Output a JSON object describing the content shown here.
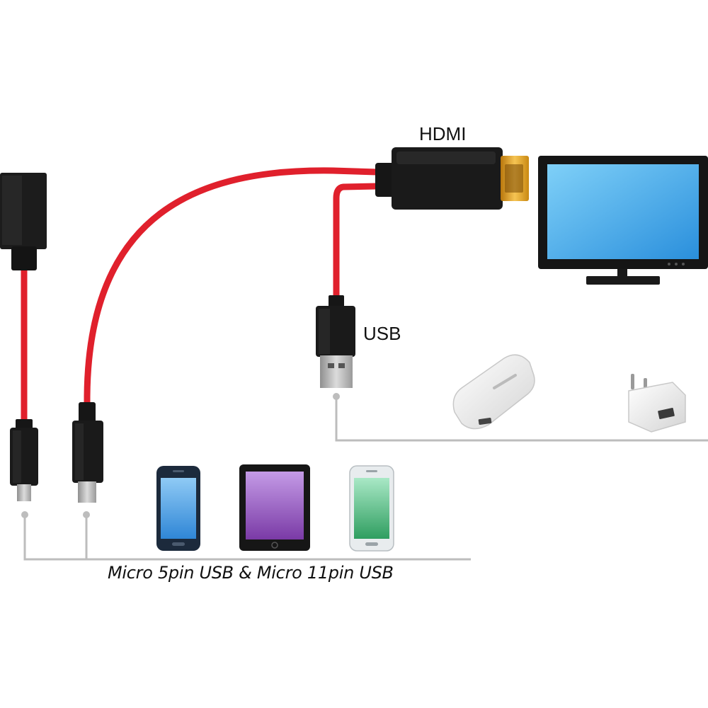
{
  "labels": {
    "hdmi": "HDMI",
    "usb": "USB",
    "micro": "Micro 5pin USB & Micro 11pin USB"
  },
  "colors": {
    "cable": "#e0202c",
    "connector": "#1a1a1a",
    "hdmi_gold": "#e7a624",
    "leader_line": "#bdbdbd",
    "monitor_screen": "#3fa6e6",
    "phone_blue": "#4aa3e8",
    "tablet_purple": "#8a4bb5",
    "phone_green": "#3aa86c"
  },
  "icons": {
    "adapter": "micro-usb-female-adapter-icon",
    "micro_plug": "micro-usb-plug-icon",
    "hdmi_plug": "hdmi-plug-icon",
    "usb_plug": "usb-a-plug-icon",
    "monitor": "monitor-icon",
    "power_bank": "power-bank-icon",
    "wall_charger": "wall-charger-icon",
    "phone_blue": "smartphone-icon",
    "tablet": "tablet-icon",
    "phone_green": "smartphone-icon"
  }
}
